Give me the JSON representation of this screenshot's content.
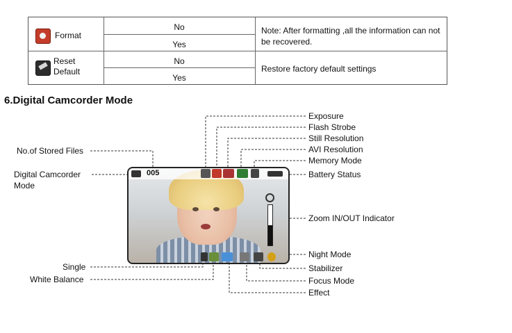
{
  "settings_table": {
    "rows": [
      {
        "name": "Format",
        "icon": "format-icon",
        "options": [
          "No",
          "Yes"
        ],
        "note": "Note: After formatting ,all the information can not be recovered."
      },
      {
        "name_line1": "Reset",
        "name_line2": "Default",
        "icon": "reset-icon",
        "options": [
          "No",
          "Yes"
        ],
        "note": "Restore factory default settings"
      }
    ]
  },
  "section": {
    "heading": "6.Digital Camcorder Mode"
  },
  "screen": {
    "file_count": "005",
    "zoom_level_fraction": 0.5
  },
  "labels": {
    "exposure": "Exposure",
    "flash_strobe": "Flash Strobe",
    "still_resolution": "Still Resolution",
    "avi_resolution": "AVI Resolution",
    "memory_mode": "Memory Mode",
    "battery_status": "Battery Status",
    "zoom_indicator": "Zoom IN/OUT Indicator",
    "night_mode": "Night Mode",
    "stabilizer": "Stabilizer",
    "focus_mode": "Focus Mode",
    "effect": "Effect",
    "stored_files": "No.of Stored Files",
    "camcorder_mode_line1": "Digital Camcorder",
    "camcorder_mode_line2": "Mode",
    "single": "Single",
    "white_balance": "White Balance"
  },
  "colors": {
    "format_icon": "#c43c2a",
    "flash_icon": "#c0392b",
    "resolution_icon": "#2f7d32",
    "effect_icon": "#4a90d9"
  }
}
